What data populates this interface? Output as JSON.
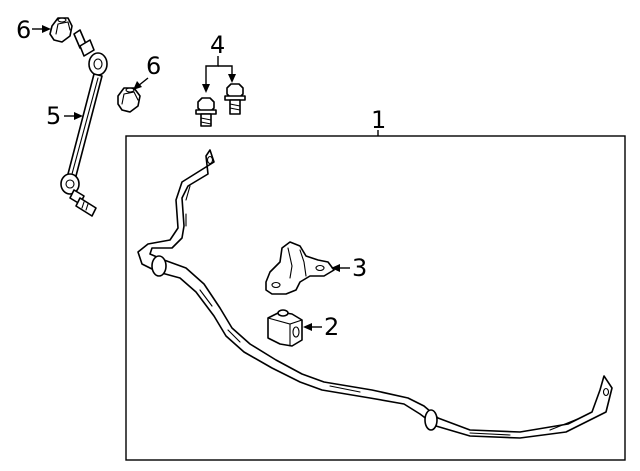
{
  "callouts": {
    "stabilizer_bar": "1",
    "bushing": "2",
    "bushing_bracket": "3",
    "bracket_bolts": "4",
    "stabilizer_link": "5",
    "link_nut_upper": "6",
    "link_nut_lower": "6"
  }
}
